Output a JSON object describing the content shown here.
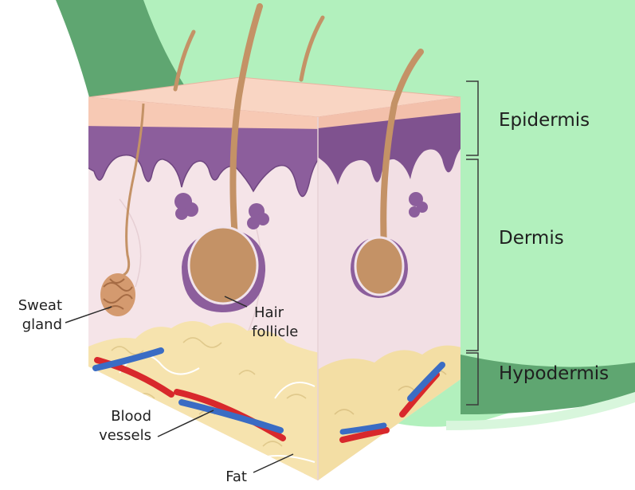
{
  "diagram": {
    "layers": [
      {
        "key": "epidermis",
        "label": "Epidermis"
      },
      {
        "key": "dermis",
        "label": "Dermis"
      },
      {
        "key": "hypodermis",
        "label": "Hypodermis"
      }
    ],
    "parts": {
      "sweat_gland": {
        "line1": "Sweat",
        "line2": "gland"
      },
      "hair_follicle": {
        "line1": "Hair",
        "line2": "follicle"
      },
      "blood_vessels": {
        "line1": "Blood",
        "line2": "vessels"
      },
      "fat": {
        "line1": "Fat"
      }
    },
    "colors": {
      "background_green": "#b2f0bd",
      "accent_green": "#5fa671",
      "epidermis_surface": "#f7c9b4",
      "epidermis_basal": "#8c5e9c",
      "dermis": "#f5e4e8",
      "hair": "#c49266",
      "fat": "#f6e3ae",
      "artery": "#d8282c",
      "vein": "#3a6cc4"
    }
  }
}
